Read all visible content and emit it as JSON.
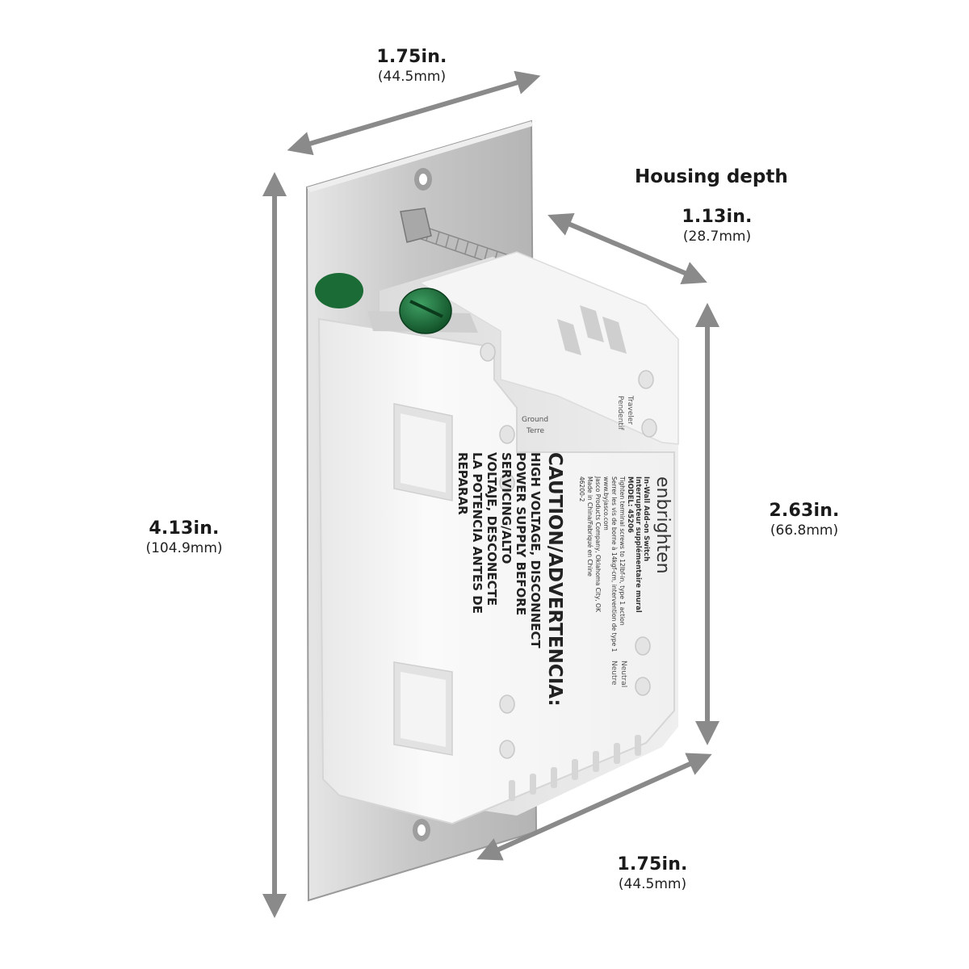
{
  "dimensions": {
    "top_width": {
      "in": "1.75in.",
      "mm": "(44.5mm)"
    },
    "housing_depth": {
      "title": "Housing depth",
      "in": "1.13in.",
      "mm": "(28.7mm)"
    },
    "plate_height": {
      "in": "4.13in.",
      "mm": "(104.9mm)"
    },
    "housing_height": {
      "in": "2.63in.",
      "mm": "(66.8mm)"
    },
    "bottom_width": {
      "in": "1.75in.",
      "mm": "(44.5mm)"
    }
  },
  "device_label": {
    "brand": "enbrighten",
    "product_lines": [
      "In-Wall Add-on Switch",
      "Interrupteur supplémentaire mural",
      "MODEL: 45206",
      "Tighten terminal screws to 12lbf-in, type 1 action",
      "Serrer les vis de borne à 14kgf-cm, intervention de type 1",
      "www.byjasco.com",
      "Jasco Products Company, Oklahoma City, OK",
      "Made in China/Fabriqué en Chine",
      "46200-2"
    ],
    "caution_title": "CAUTION/ADVERTENCIA:",
    "caution_lines": [
      "HIGH VOLTAGE, DISCONNECT",
      "POWER SUPPLY BEFORE",
      "SERVICING/ALTO",
      "VOLTAJE, DESCONECTE",
      "LA POTENCIA ANTES DE",
      "REPARAR"
    ],
    "terminal_ground": "Ground",
    "terminal_ground_fr": "Terre",
    "terminal_traveler": "Traveler",
    "terminal_traveler_fr": "Pendentif",
    "terminal_neutral": "Neutral",
    "terminal_neutral_fr": "Neutre"
  },
  "colors": {
    "arrow": "#8a8a8a",
    "plate": "#c9c9c9",
    "housing": "#f7f7f7",
    "ground_screw": "#1f7a3c"
  }
}
